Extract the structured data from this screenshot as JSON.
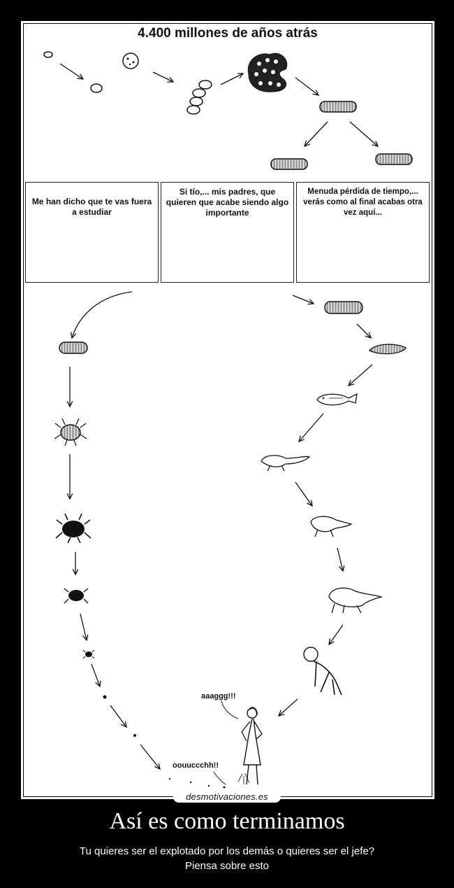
{
  "comic": {
    "title": "4.400 millones de años atrás",
    "panels": [
      {
        "text": "Me han dicho que te vas fuera a estudiar"
      },
      {
        "text": "Si tío,... mis padres, que quieren que acabe siendo algo importante"
      },
      {
        "text": "Menuda pérdida de tiempo,... verás como al final acabas otra vez aquí..."
      }
    ],
    "exclamations": {
      "human": "aaaggg!!!",
      "bug": "oouuccchh!!"
    }
  },
  "watermark": "desmotivaciones.es",
  "caption": {
    "title": "Así es como terminamos",
    "line1": "Tu quieres ser el explotado por los demás o quieres ser el jefe?",
    "line2": "Piensa sobre esto"
  },
  "colors": {
    "background": "#000000",
    "paper": "#ffffff",
    "ink": "#111111"
  }
}
